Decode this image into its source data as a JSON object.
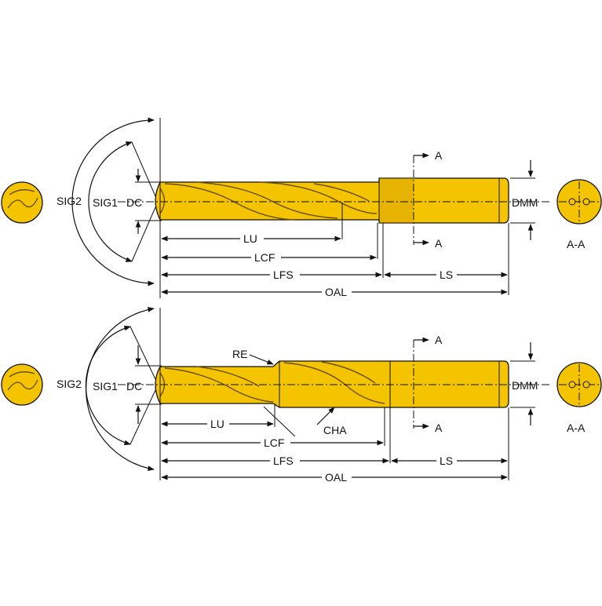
{
  "colors": {
    "tool": "#f5c400",
    "shade": "#c99600",
    "line": "#111111"
  },
  "top": {
    "labels": {
      "sig2": "SIG2",
      "sig1": "SIG1",
      "dc": "DC",
      "lu": "LU",
      "lcf": "LCF",
      "lfs": "LFS",
      "ls": "LS",
      "oal": "OAL",
      "dmm": "DMM",
      "sec_top": "A",
      "sec_bottom": "A",
      "section": "A-A"
    }
  },
  "bottom": {
    "labels": {
      "sig2": "SIG2",
      "sig1": "SIG1",
      "dc": "DC",
      "re": "RE",
      "cha": "CHA",
      "lu": "LU",
      "lcf": "LCF",
      "lfs": "LFS",
      "ls": "LS",
      "oal": "OAL",
      "dmm": "DMM",
      "sec_top": "A",
      "sec_bottom": "A",
      "section": "A-A"
    }
  }
}
